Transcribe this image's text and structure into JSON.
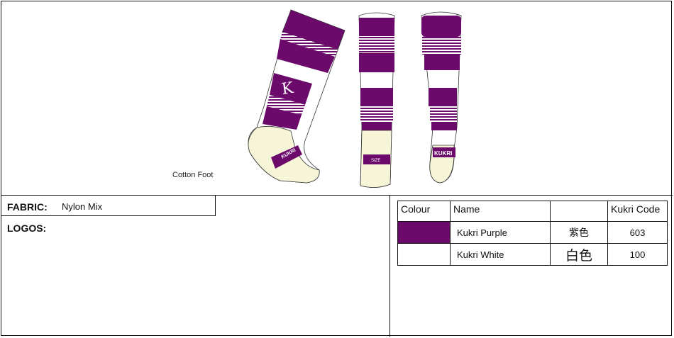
{
  "illustration": {
    "cotton_foot_label": "Cotton Foot",
    "logo_text": "KUKRI",
    "size_tag": "SIZE",
    "colors": {
      "purple": "#6b0a6b",
      "white": "#ffffff",
      "cream": "#f7f5d8"
    }
  },
  "fabric": {
    "label": "FABRIC:",
    "value": "Nylon Mix"
  },
  "logos": {
    "label": "LOGOS:"
  },
  "colour_table": {
    "headers": [
      "Colour",
      "Name",
      "",
      "Kukri Code"
    ],
    "rows": [
      {
        "swatch": "#6b0a6b",
        "name": "Kukri Purple",
        "chinese": "紫色",
        "code": "603"
      },
      {
        "swatch": "#ffffff",
        "name": "Kukri White",
        "chinese": "白色",
        "code": "100"
      }
    ]
  }
}
